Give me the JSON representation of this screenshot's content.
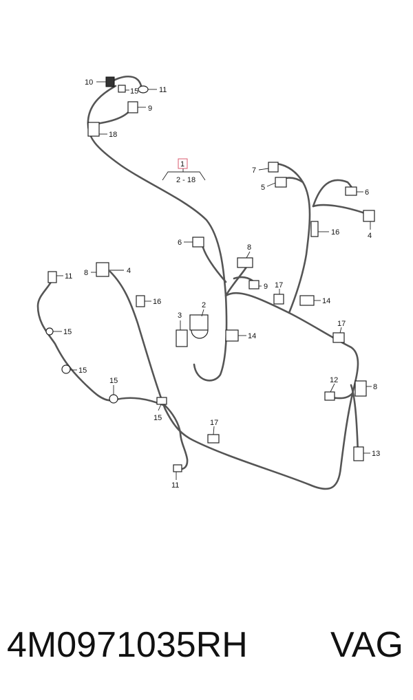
{
  "diagram": {
    "main_label": "1",
    "range_label": "2 - 18",
    "labels": [
      "10",
      "15",
      "11",
      "9",
      "18",
      "7",
      "5",
      "6",
      "16",
      "4",
      "6",
      "8",
      "9",
      "17",
      "14",
      "11",
      "8",
      "4",
      "16",
      "3",
      "2",
      "14",
      "17",
      "12",
      "8",
      "15",
      "15",
      "15",
      "15",
      "17",
      "13",
      "11"
    ]
  },
  "footer": {
    "part_number": "4M0971035RH",
    "brand": "VAG"
  },
  "colors": {
    "line": "#555555",
    "highlight_box": "#d9586e"
  }
}
